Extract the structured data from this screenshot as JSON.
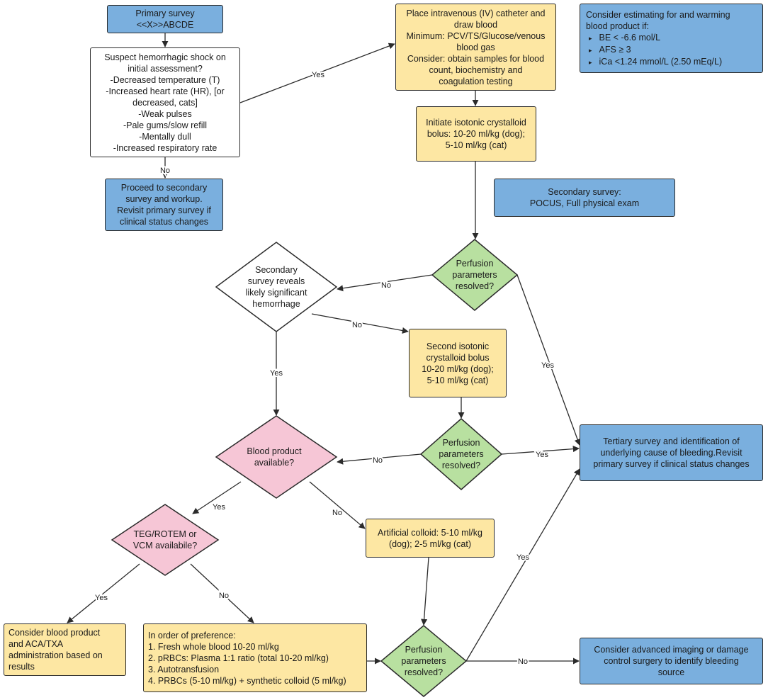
{
  "colors": {
    "blue": "#7aafde",
    "yellow": "#fde7a3",
    "green": "#b8e0a0",
    "pink": "#f6c6d6",
    "stroke": "#2b2b2b"
  },
  "nodes": {
    "primary_survey": [
      "Primary survey",
      "<<X>>ABCDE"
    ],
    "suspect_shock": [
      "Suspect hemorrhagic shock on",
      "initial assessment?",
      "-Decreased temperature (T)",
      "-Increased heart rate (HR), [or",
      "decreased, cats]",
      "-Weak pulses",
      "-Pale gums/slow refill",
      "-Mentally dull",
      "-Increased respiratory rate"
    ],
    "proceed_secondary": [
      "Proceed to secondary",
      "survey and workup.",
      "Revisit primary survey if",
      "clinical status changes"
    ],
    "place_iv": [
      "Place intravenous (IV) catheter and",
      "draw blood",
      "Minimum: PCV/TS/Glucose/venous",
      "blood gas",
      "Consider: obtain samples for blood",
      "count, biochemistry and",
      "coagulation testing"
    ],
    "initiate_bolus": [
      "Initiate isotonic crystalloid",
      "bolus: 10-20 ml/kg (dog);",
      "5-10 ml/kg (cat)"
    ],
    "consider_warming": {
      "lines": [
        "Consider estimating for and warming",
        "blood product if:"
      ],
      "bullets": [
        "BE < -6.6 mol/L",
        "AFS ≥ 3",
        "iCa <1.24 mmol/L (2.50 mEq/L)"
      ]
    },
    "secondary_survey": [
      "Secondary survey:",
      "POCUS, Full physical exam"
    ],
    "perfusion_1": [
      "Perfusion",
      "parameters",
      "resolved?"
    ],
    "reveals_hemorrhage": [
      "Secondary",
      "survey reveals",
      "likely significant",
      "hemorrhage"
    ],
    "second_bolus": [
      "Second isotonic",
      "crystalloid bolus",
      "10-20 ml/kg (dog);",
      "5-10 ml/kg (cat)"
    ],
    "perfusion_2": [
      "Perfusion",
      "parameters",
      "resolved?"
    ],
    "blood_product": [
      "Blood product",
      "available?"
    ],
    "tertiary_survey": [
      "Tertiary survey and identification of",
      "underlying cause of bleeding.Revisit",
      "primary survey if clinical status changes"
    ],
    "tegrotem": [
      "TEG/ROTEM or",
      "VCM availabile?"
    ],
    "artificial_colloid": [
      "Artificial colloid: 5-10 ml/kg",
      "(dog); 2-5 ml/kg (cat)"
    ],
    "consider_blood_product": [
      "Consider blood product",
      "and ACA/TXA",
      "administration based on",
      "results"
    ],
    "order_preference": [
      "In order of preference:",
      "1. Fresh whole blood 10-20 ml/kg",
      "2. pRBCs: Plasma 1:1 ratio (total 10-20 ml/kg)",
      "3. Autotransfusion",
      "4. PRBCs (5-10 ml/kg) + synthetic colloid (5 ml/kg)"
    ],
    "perfusion_3": [
      "Perfusion",
      "parameters",
      "resolved?"
    ],
    "advanced_imaging": [
      "Consider advanced imaging or damage",
      "control surgery to identify bleeding",
      "source"
    ]
  },
  "edge_labels": {
    "shock_yes": "Yes",
    "shock_no": "No",
    "p1_no": "No",
    "p1_yes": "Yes",
    "rev_no": "No",
    "rev_yes": "Yes",
    "p2_no": "No",
    "p2_yes": "Yes",
    "bp_yes": "Yes",
    "bp_no": "No",
    "teg_yes": "Yes",
    "teg_no": "No",
    "p3_yes": "Yes",
    "p3_no": "No"
  }
}
